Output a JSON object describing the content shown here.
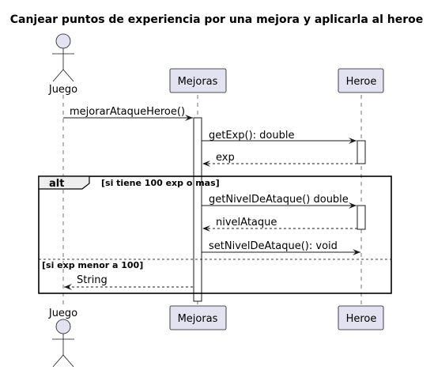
{
  "title": "Canjear puntos de experiencia por una mejora y aplicarla al heroe",
  "participants": {
    "actor": "Juego",
    "mejoras": "Mejoras",
    "heroe": "Heroe"
  },
  "messages": [
    "mejorarAtaqueHeroe()",
    "getExp(): double",
    "exp",
    "getNivelDeAtaque() double",
    "nivelAtaque",
    "setNivelDeAtaque(): void",
    "String"
  ],
  "alt": {
    "keyword": "alt",
    "condition": "[si tiene 100 exp o mas]",
    "else_condition": "[si exp menor a 100]"
  }
}
